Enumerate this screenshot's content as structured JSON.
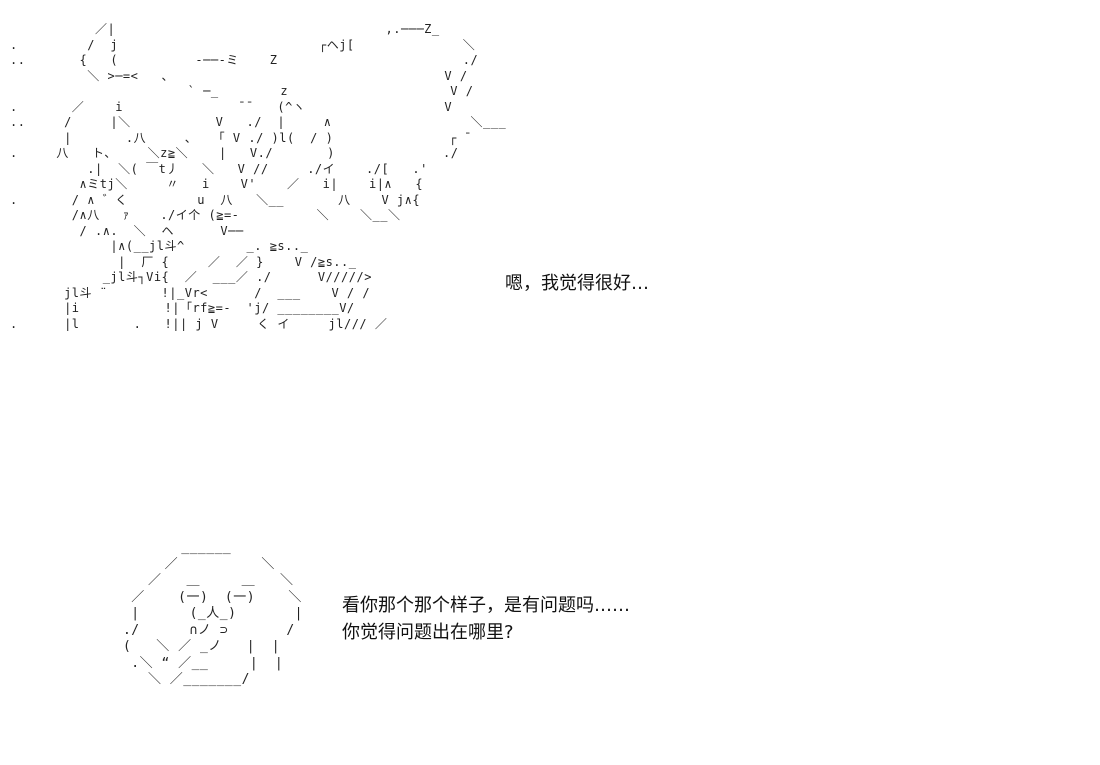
{
  "panel_top": {
    "ascii_art": "           ／|                                   ,.───Z_\n.         /  j                          ┌ヘj[              ＼\n..       {   (          -──-ミ    Z                        ./\n          ＼ >─=<   、                                   V /\n                       ` ─_        z                     V /\n.       ／    i               ̄ ̄    (^ヽ                  V\n..     /     |＼           V   ./  |     ∧                  ＼___\n       |       .八     、  「 V ./ )l(  / )               ┌ ̄\n.     八   ト、    ＼z≧＼    |   V./       )              ./\n          .|  ＼( ￣t丿   ＼   V //     ./イ    ./[   .'\n         ∧ミtj＼     〃   i    V'    ／   i|    i|∧   {\n.       / ∧ ゛く         u  八   ＼__       八    V j∧{\n        /∧八   ｧ    ./イ个 (≧=-          ＼    ＼__＼\n         / .∧.  ＼  ヘ      V──          \n             |∧(__jl斗^        _. ≧s.._\n              |  厂 {     ／  ／ }    V /≧s.._\n            _jl斗┐Vi{  ／  ___／ ./      V/////>\n       jl斗 ¨       !|_Vr<      /  ___    V / /\n       |i           !|「rf≧=-  'j/ ________V/\n.      |l       .   !|| j V     く イ     jl/// ／",
    "dialogue": "嗯，我觉得很好…"
  },
  "panel_bottom": {
    "ascii_art": "          ______\n        ／          ＼\n      ／   ＿     ＿   ＼\n    ／    (一)  (一)    ＼\n    |      (_人_)       |\n   ./      ∩ノ ⊃       /\n   (   ＼ ／ _ノ   |  |\n    .＼ “ ／__     |  |\n      ＼ ／_______/\n",
    "dialogue_lines": [
      "看你那个那个样子，是有问题吗……",
      "你觉得问题出在哪里?"
    ]
  }
}
